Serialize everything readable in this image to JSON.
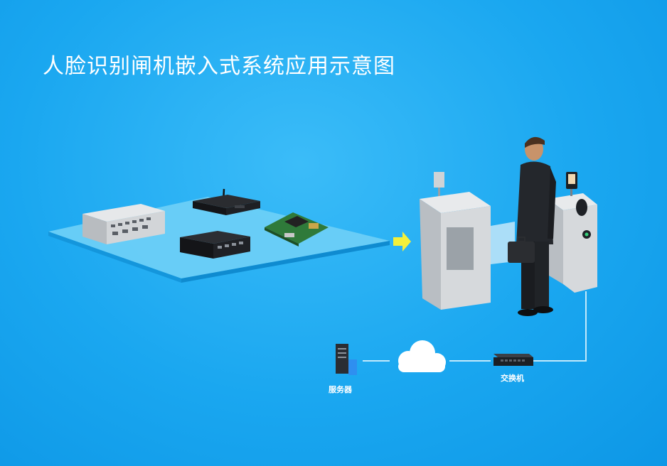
{
  "title": "人脸识别闸机嵌入式系统应用示意图",
  "labels": {
    "server": "服务器",
    "switch": "交换机"
  },
  "icons": [
    "embedded-box-pc-icon",
    "mini-pc-icon",
    "fanless-pc-icon",
    "motherboard-icon",
    "arrow-right-icon",
    "turnstile-gate-icon",
    "businessman-icon",
    "face-camera-icon",
    "server-icon",
    "cloud-icon",
    "network-switch-icon"
  ],
  "colors": {
    "background": "#1aa7f0",
    "platform": "#5cc6f5",
    "arrow": "#f5f52a",
    "line": "#bfe7fb"
  }
}
